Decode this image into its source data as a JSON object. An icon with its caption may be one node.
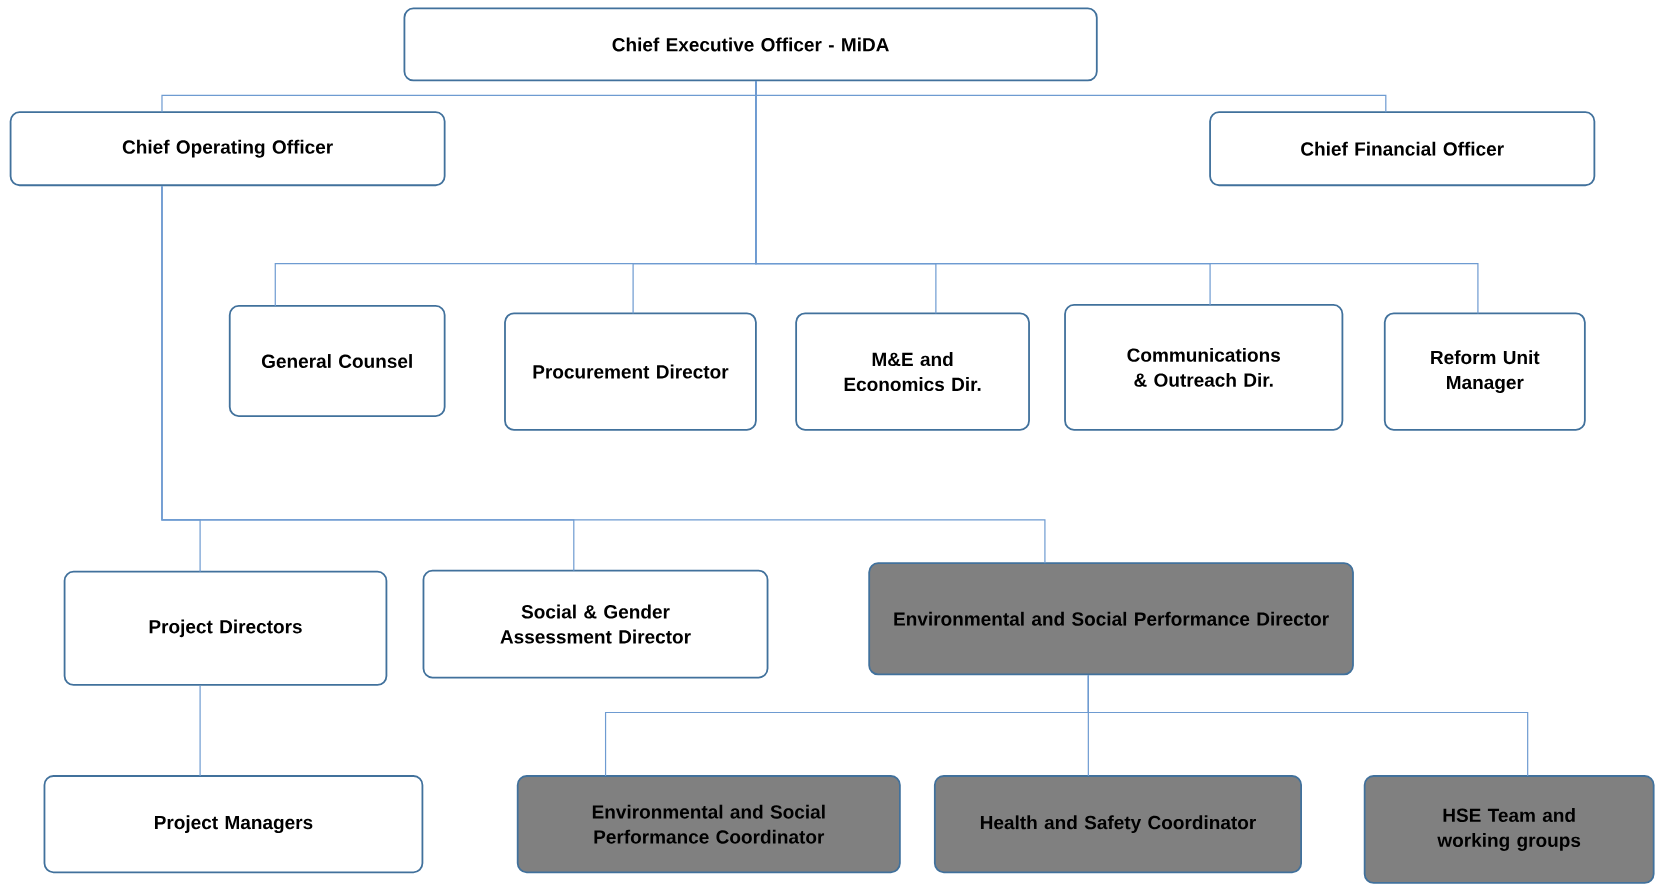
{
  "diagram": {
    "nodes": [
      {
        "text": [
          "Chief Executive Officer - MiDA"
        ]
      },
      {
        "text": [
          "Chief Operating Officer"
        ]
      },
      {
        "text": [
          "Chief Financial Officer"
        ]
      },
      {
        "text": [
          "General Counsel"
        ]
      },
      {
        "text": [
          "Procurement Director"
        ]
      },
      {
        "text": [
          "M&E and Economics Dir."
        ]
      },
      {
        "text": [
          "Communications & Outreach Dir."
        ]
      },
      {
        "text": [
          "Reform Unit Manager"
        ]
      },
      {
        "text": [
          "Project Directors"
        ]
      },
      {
        "text": [
          "Social & Gender Assessment Director"
        ]
      },
      {
        "text": [
          "Environmental and Social Performance Director"
        ]
      },
      {
        "text": [
          "Project Managers"
        ]
      },
      {
        "text": [
          "Environmental and Social Performance Coordinator"
        ]
      },
      {
        "text": [
          "Health and Safety Coordinator"
        ]
      },
      {
        "text": [
          "HSE Team and working groups"
        ]
      }
    ],
    "edges": [
      {
        "from": 0,
        "to": 1,
        "arrow": "none"
      },
      {
        "from": 0,
        "to": 2,
        "arrow": "none"
      },
      {
        "from": 0,
        "to": 3,
        "arrow": "none"
      },
      {
        "from": 0,
        "to": 4,
        "arrow": "none"
      },
      {
        "from": 0,
        "to": 5,
        "arrow": "none"
      },
      {
        "from": 0,
        "to": 6,
        "arrow": "none"
      },
      {
        "from": 0,
        "to": 7,
        "arrow": "none"
      },
      {
        "from": 1,
        "to": 8,
        "arrow": "none"
      },
      {
        "from": 1,
        "to": 9,
        "arrow": "none"
      },
      {
        "from": 1,
        "to": 10,
        "arrow": "none"
      },
      {
        "from": 8,
        "to": 11,
        "arrow": "none"
      },
      {
        "from": 10,
        "to": 12,
        "arrow": "none"
      },
      {
        "from": 10,
        "to": 13,
        "arrow": "none"
      },
      {
        "from": 10,
        "to": 14,
        "arrow": "none"
      }
    ]
  }
}
